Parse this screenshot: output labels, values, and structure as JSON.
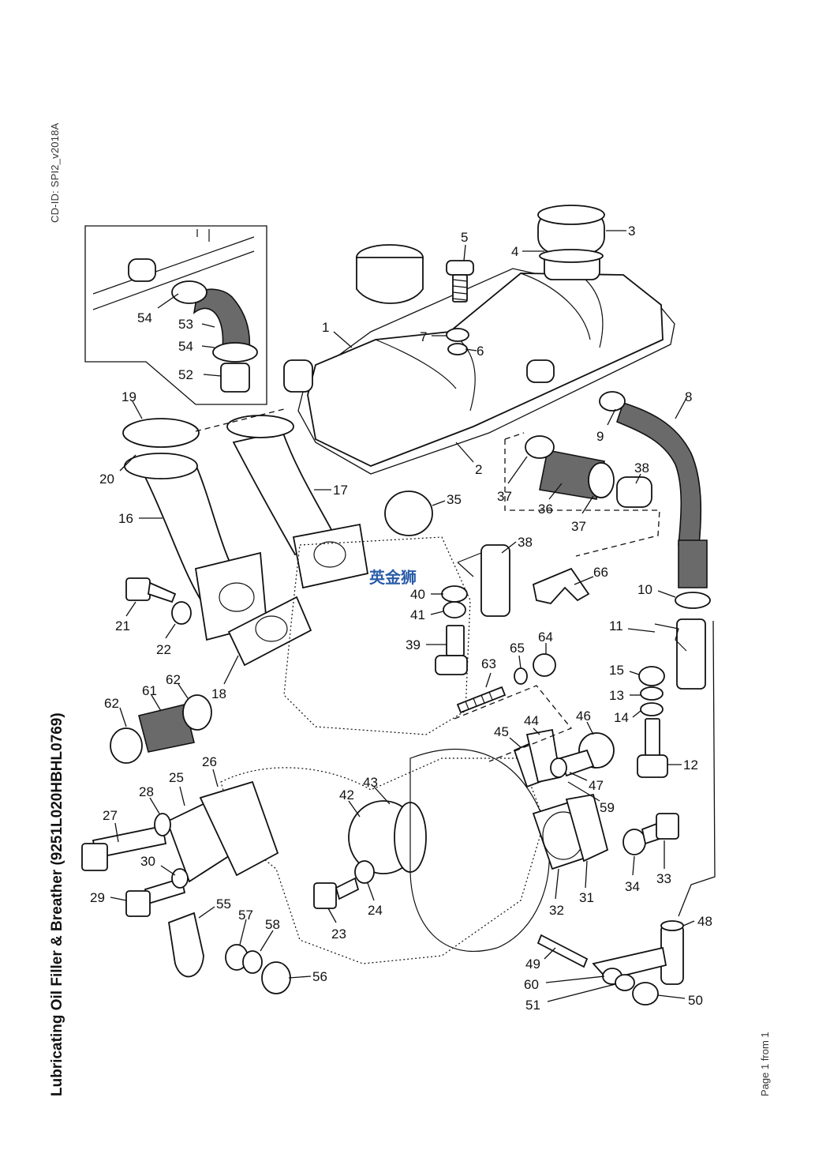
{
  "document": {
    "cd_id": "CD-ID: SPI2_v2018A",
    "title": "Lubricating Oil Filler & Breather (9251L020HBHL0769)",
    "footer": "Page 1 from 1"
  },
  "watermark": "英金狮",
  "part_numbers": [
    "1",
    "2",
    "3",
    "4",
    "5",
    "6",
    "7",
    "8",
    "9",
    "10",
    "11",
    "12",
    "13",
    "14",
    "15",
    "16",
    "17",
    "18",
    "19",
    "20",
    "21",
    "22",
    "23",
    "24",
    "25",
    "26",
    "27",
    "28",
    "29",
    "30",
    "31",
    "32",
    "33",
    "34",
    "35",
    "36",
    "37",
    "37",
    "38",
    "38",
    "39",
    "40",
    "41",
    "42",
    "43",
    "44",
    "45",
    "46",
    "47",
    "48",
    "49",
    "50",
    "51",
    "52",
    "53",
    "54",
    "54",
    "55",
    "56",
    "57",
    "58",
    "59",
    "60",
    "61",
    "62",
    "62",
    "63",
    "64",
    "65",
    "66"
  ]
}
